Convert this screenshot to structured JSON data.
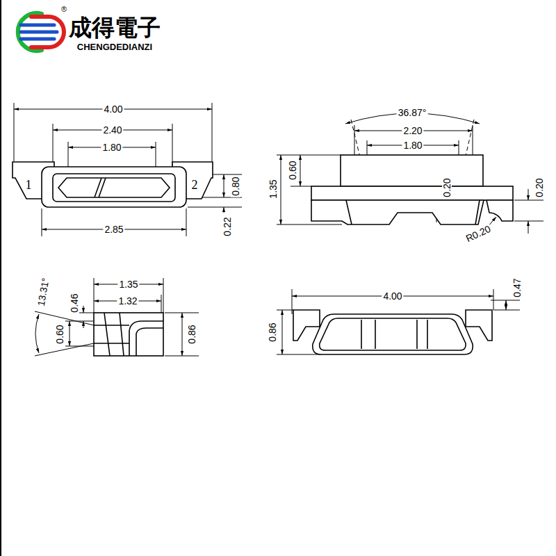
{
  "diagram": {
    "labels": [
      "®",
      "成得電子",
      "CHENGDEDIANZI",
      "4.00",
      "2.40",
      "1.80",
      "1",
      "2",
      "0.80",
      "0.22",
      "2.85",
      "36.87°",
      "2.20",
      "1.80",
      "0.60",
      "1.35",
      "0.20",
      "0.20",
      "R0.20",
      "13.31°",
      "1.35",
      "1.32",
      "0.46",
      "0.60",
      "0.86",
      "4.00",
      "0.47",
      "0.86"
    ]
  }
}
